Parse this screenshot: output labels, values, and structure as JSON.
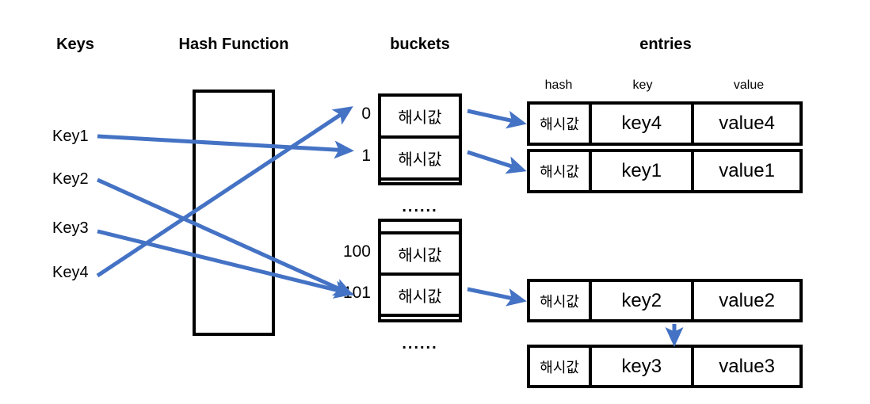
{
  "diagram": {
    "title": "HashMap structure diagram",
    "accent_color": "#4472C4",
    "line_color": "#000000",
    "background": "#FFFFFF"
  },
  "columns": {
    "keys_title": "Keys",
    "hash_function_title": "Hash Function",
    "buckets_title": "buckets",
    "entries_title": "entries"
  },
  "keys": [
    {
      "label": "Key1"
    },
    {
      "label": "Key2"
    },
    {
      "label": "Key3"
    },
    {
      "label": "Key4"
    }
  ],
  "buckets": {
    "upper": [
      {
        "index": "0",
        "text": "해시값"
      },
      {
        "index": "1",
        "text": "해시값"
      },
      {
        "index": "",
        "text": ""
      }
    ],
    "lower": [
      {
        "index": "",
        "text": ""
      },
      {
        "index": "100",
        "text": "해시값"
      },
      {
        "index": "101",
        "text": "해시값"
      },
      {
        "index": "",
        "text": ""
      }
    ],
    "ellipsis_top": "......",
    "ellipsis_bottom": "......"
  },
  "entries": {
    "headers": {
      "hash": "hash",
      "key": "key",
      "value": "value"
    },
    "rows": [
      {
        "hash": "해시값",
        "key": "key4",
        "value": "value4"
      },
      {
        "hash": "해시값",
        "key": "key1",
        "value": "value1"
      },
      {
        "hash": "해시값",
        "key": "key2",
        "value": "value2"
      },
      {
        "hash": "해시값",
        "key": "key3",
        "value": "value3"
      }
    ]
  },
  "connections": [
    {
      "from": "Key1",
      "to": "bucket-1"
    },
    {
      "from": "Key2",
      "to": "bucket-101"
    },
    {
      "from": "Key3",
      "to": "bucket-101"
    },
    {
      "from": "Key4",
      "to": "bucket-0"
    },
    {
      "from": "bucket-0",
      "to": "entry-key4"
    },
    {
      "from": "bucket-1",
      "to": "entry-key1"
    },
    {
      "from": "bucket-101",
      "to": "entry-key2"
    },
    {
      "from": "entry-key2",
      "to": "entry-key3"
    }
  ]
}
